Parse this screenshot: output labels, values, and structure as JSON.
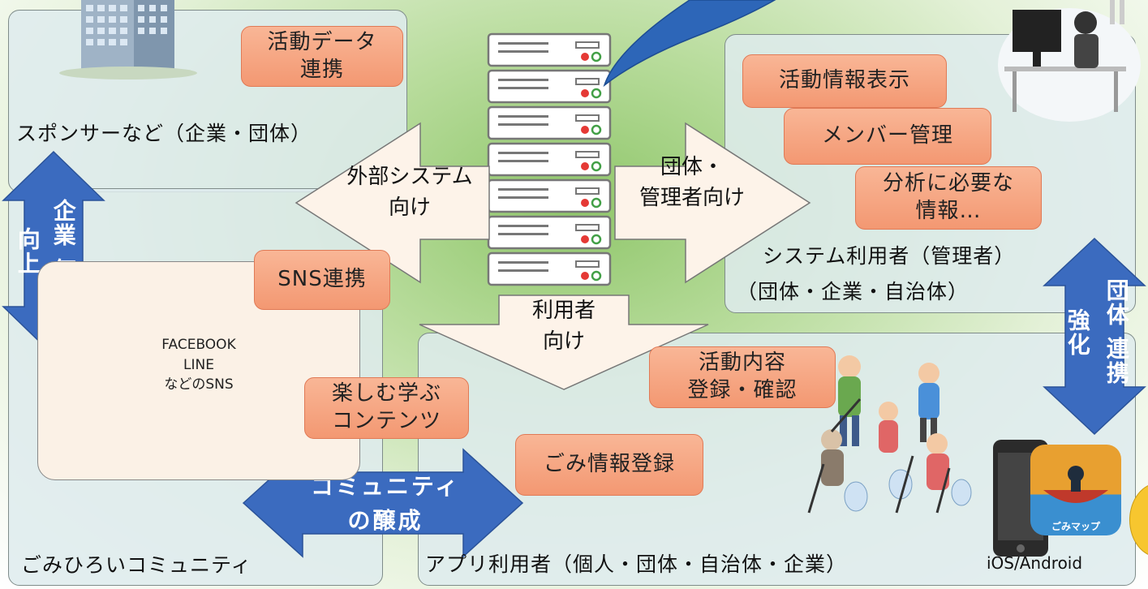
{
  "panels": {
    "sponsor": "スポンサーなど（企業・団体）",
    "community": "ごみひろいコミュニティ",
    "admin_line1": "システム利用者（管理者）",
    "admin_line2": "（団体・企業・自治体）",
    "app_users": "アプリ利用者（個人・団体・自治体・企業）"
  },
  "pills": {
    "activity_data": "活動データ\n連携",
    "sns_link": "SNS連携",
    "fun_learn": "楽しむ学ぶ\nコンテンツ",
    "activity_info": "活動情報表示",
    "member_mgmt": "メンバー管理",
    "analysis": "分析に必要な\n情報…",
    "activity_content": "活動内容\n登録・確認",
    "garbage_info": "ごみ情報登録"
  },
  "sns_box": "FACEBOOK\nLINE\nなどのSNS",
  "arrows": {
    "external": "外部システム\n向け",
    "admin": "団体・\n管理者向け",
    "users": "利用者\n向け",
    "left_col1": "企業",
    "left_col2": "向上",
    "left_col3": "価値",
    "right_col1": "団体",
    "right_col2": "強化",
    "right_col3": "連携",
    "community_line1": "コミュニティ",
    "community_line2": "の醸成"
  },
  "platform": "iOS/Android",
  "app_icon_text": "ごみマップ",
  "colors": {
    "pill": "#f5a07c",
    "blue_arrow": "#3b6bbf",
    "big_arrow": "#fdf3e9"
  }
}
